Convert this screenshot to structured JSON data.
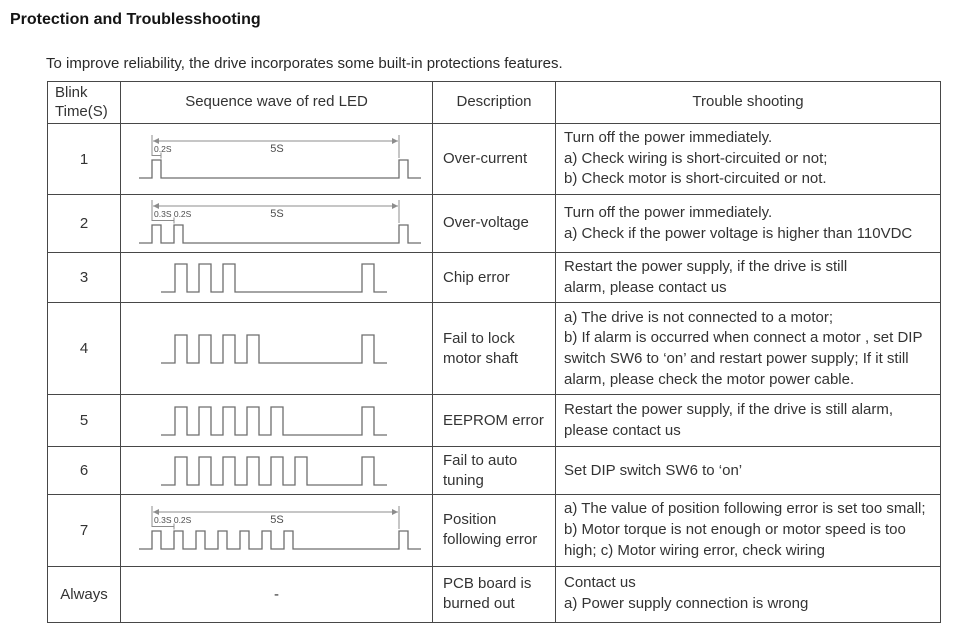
{
  "page": {
    "title": "Protection and Troublesshooting",
    "intro": "To improve reliability, the drive incorporates some built-in protections features."
  },
  "table": {
    "headers": [
      "Blink\nTime(S)",
      "Sequence wave of red LED",
      "Description",
      "Trouble shooting"
    ],
    "rows": [
      {
        "blink": "1",
        "waveform": {
          "pulses": 1,
          "pulse_label": "0.2S",
          "period_label": "5S"
        },
        "description": "Over-current",
        "trouble": "Turn off the power immediately.\na) Check wiring is short-circuited or not;\nb) Check motor is short-circuited or not."
      },
      {
        "blink": "2",
        "waveform": {
          "pulses": 2,
          "pulse_label": "0.3S 0.2S",
          "period_label": "5S"
        },
        "description": "Over-voltage",
        "trouble": "Turn off the power immediately.\na) Check if the power voltage is higher than 110VDC"
      },
      {
        "blink": "3",
        "waveform": {
          "pulses": 3
        },
        "description": "Chip error",
        "trouble": "Restart the power supply, if the drive is still\nalarm, please contact us"
      },
      {
        "blink": "4",
        "waveform": {
          "pulses": 4
        },
        "description": "Fail to lock motor shaft",
        "trouble": "a) The drive is not connected to a motor;\nb) If alarm is occurred when connect a motor , set DIP switch SW6 to ‘on’ and restart power supply; If it still alarm, please check the motor power cable."
      },
      {
        "blink": "5",
        "waveform": {
          "pulses": 5
        },
        "description": "EEPROM error",
        "trouble": "Restart the power supply, if the drive is still alarm,\nplease contact us"
      },
      {
        "blink": "6",
        "waveform": {
          "pulses": 6
        },
        "description": "Fail to auto tuning",
        "trouble": "Set DIP switch SW6 to ‘on’"
      },
      {
        "blink": "7",
        "waveform": {
          "pulses": 7,
          "pulse_label": "0.3S 0.2S",
          "period_label": "5S"
        },
        "description": "Position following error",
        "trouble": "a) The value of position following error is set too small; b) Motor torque is not enough or motor speed is too high; c) Motor wiring error, check wiring"
      },
      {
        "blink": "Always",
        "waveform": null,
        "dash": "-",
        "description": "PCB board is burned out",
        "trouble": "Contact us\na) Power supply connection is wrong"
      }
    ]
  }
}
